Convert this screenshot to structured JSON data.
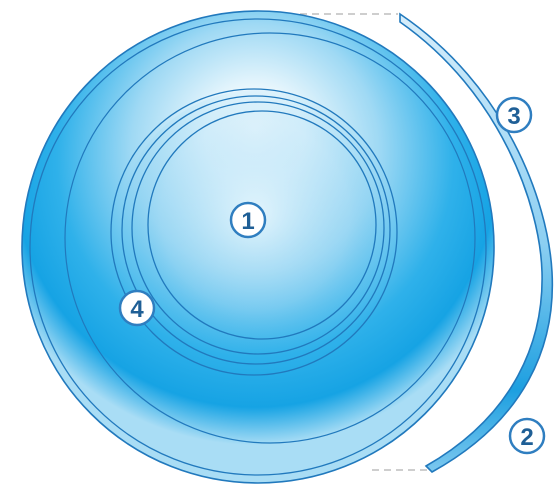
{
  "callouts": [
    {
      "id": "1",
      "label": "1"
    },
    {
      "id": "2",
      "label": "2"
    },
    {
      "id": "3",
      "label": "3"
    },
    {
      "id": "4",
      "label": "4"
    }
  ],
  "colors": {
    "outline": "#2179bd",
    "lens_highlight": "#ffffff",
    "lens_mid": "#9dd8f5",
    "lens_deep": "#13a5e6",
    "callout_text": "#1f5f96",
    "callout_ring": "#2f7ec0",
    "dash": "#bdbdbd"
  }
}
